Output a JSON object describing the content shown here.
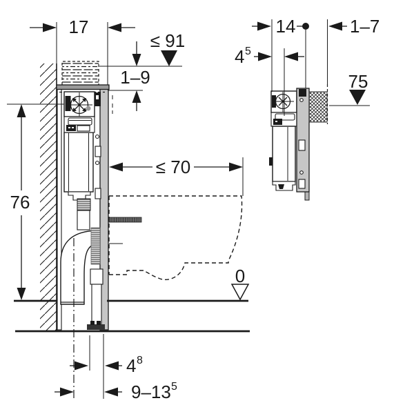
{
  "drawing": {
    "type": "installation-dimension-diagram",
    "colors": {
      "line": "#1a1a1a",
      "rail_gray": "#c6c6c6",
      "bar_gray": "#9a9a9a",
      "foot_dark": "#333333",
      "background": "#ffffff"
    },
    "main_view": {
      "dimensions": {
        "wall_depth": "17",
        "top_level_max": "≤ 91",
        "top_range": "1–9",
        "actuator_height": "76",
        "side_clearance_max": "≤ 70",
        "floor_level": "0",
        "foot_offset": {
          "main": "4",
          "sup": "8"
        },
        "outlet_range": {
          "main": "9–13",
          "sup": "5"
        }
      }
    },
    "detail_view": {
      "dimensions": {
        "frame_depth": "14",
        "wall_finish_range": "1–7",
        "pipe_offset": {
          "main": "4",
          "sup": "5"
        },
        "supply_level": "75"
      }
    }
  }
}
